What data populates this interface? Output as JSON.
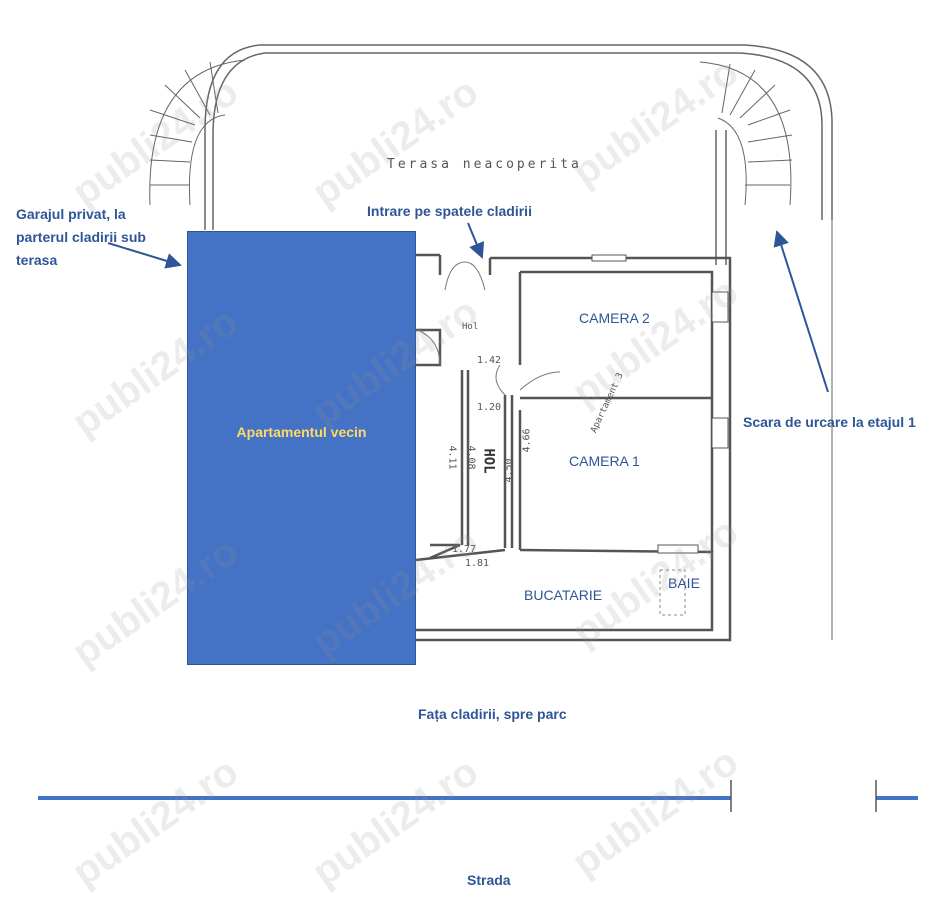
{
  "labels": {
    "garage": [
      "Garajul privat, la",
      "parterul cladirii sub",
      "terasa"
    ],
    "rear_entrance": "Intrare pe spatele cladirii",
    "stairs": "Scara de urcare la etajul 1",
    "front": "Fața cladirii, spre parc",
    "street": "Strada",
    "neighbor": "Apartamentul vecin",
    "terrace": "Terasa neacoperita"
  },
  "rooms": {
    "camera2": "CAMERA 2",
    "camera1": "CAMERA 1",
    "bucatarie": "BUCATARIE",
    "baie": "BAIE",
    "hol": "HOL",
    "hol_small": "Hol",
    "apartment": "Apartament 3"
  },
  "dimensions": {
    "d142": "1.42",
    "d120": "1.20",
    "d411": "4.11",
    "d408": "4.08",
    "d450": "4.50",
    "d466": "4.66",
    "d177": "1.77",
    "d181": "1.81"
  },
  "watermark": "publi24.ro",
  "colors": {
    "annotation": "#2f5597",
    "block": "#4472c4",
    "neighbor_text": "#ffd966",
    "wall": "#555555"
  }
}
